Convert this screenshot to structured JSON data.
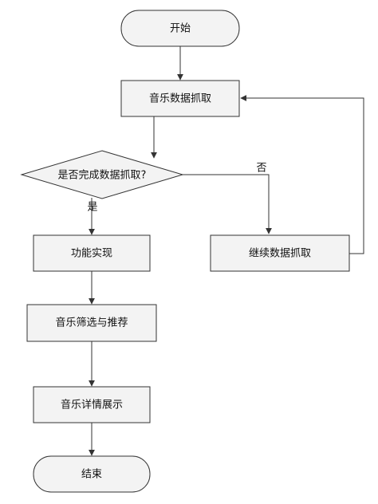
{
  "flowchart": {
    "start": "开始",
    "fetch_music_data": "音乐数据抓取",
    "decision_fetch_complete": "是否完成数据抓取?",
    "function_implementation": "功能实现",
    "continue_fetch": "继续数据抓取",
    "filter_and_recommend": "音乐筛选与推荐",
    "music_detail_display": "音乐详情展示",
    "end": "结束",
    "edge_no": "否",
    "edge_yes": "是"
  },
  "colors": {
    "box_fill": "#f3f3f3",
    "line": "#333333",
    "text": "#111111"
  }
}
